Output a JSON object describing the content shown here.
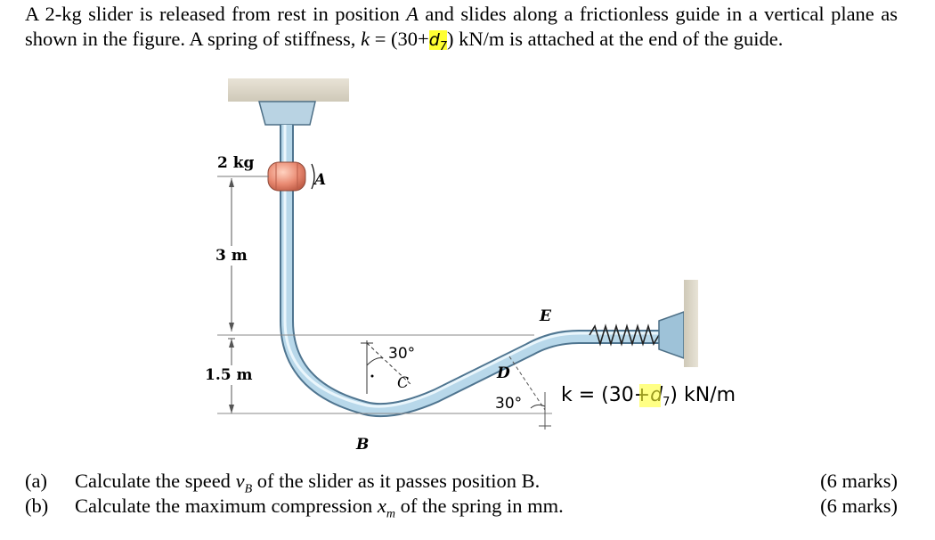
{
  "problem": {
    "line1_a": "A 2-kg slider is released from rest in position ",
    "pos_a": "A",
    "line1_b": " and slides along a frictionless guide in a vertical plane as shown in the figure.  A spring of stiffness, ",
    "k_sym": "k",
    "eq_a": " = (30+",
    "d7": "d",
    "d7_sub": "7",
    "eq_b": ") kN/m is attached at the end of the guide."
  },
  "figure": {
    "mass_label": "2 kg",
    "pos_a_label": "A",
    "dim_3m": "3 m",
    "dim_15m": "1.5 m",
    "angle_30_top": "30°",
    "pos_c_label": "C",
    "pos_d_label": "D",
    "angle_30_bottom": "30°",
    "pos_e_label": "E",
    "pos_b_label": "B",
    "k_label_a": "k = (30+",
    "k_label_d": "d",
    "k_label_sub": "7",
    "k_label_b": ") kN/m"
  },
  "questions": [
    {
      "num": "(a)",
      "text_a": "Calculate the speed ",
      "var": "v",
      "var_sub": "B",
      "text_b": " of the slider as it passes position B.",
      "marks": "(6 marks)"
    },
    {
      "num": "(b)",
      "text_a": "Calculate the maximum compression ",
      "var": "x",
      "var_sub": "m",
      "text_b": " of the spring in mm.",
      "marks": "(6 marks)"
    }
  ]
}
